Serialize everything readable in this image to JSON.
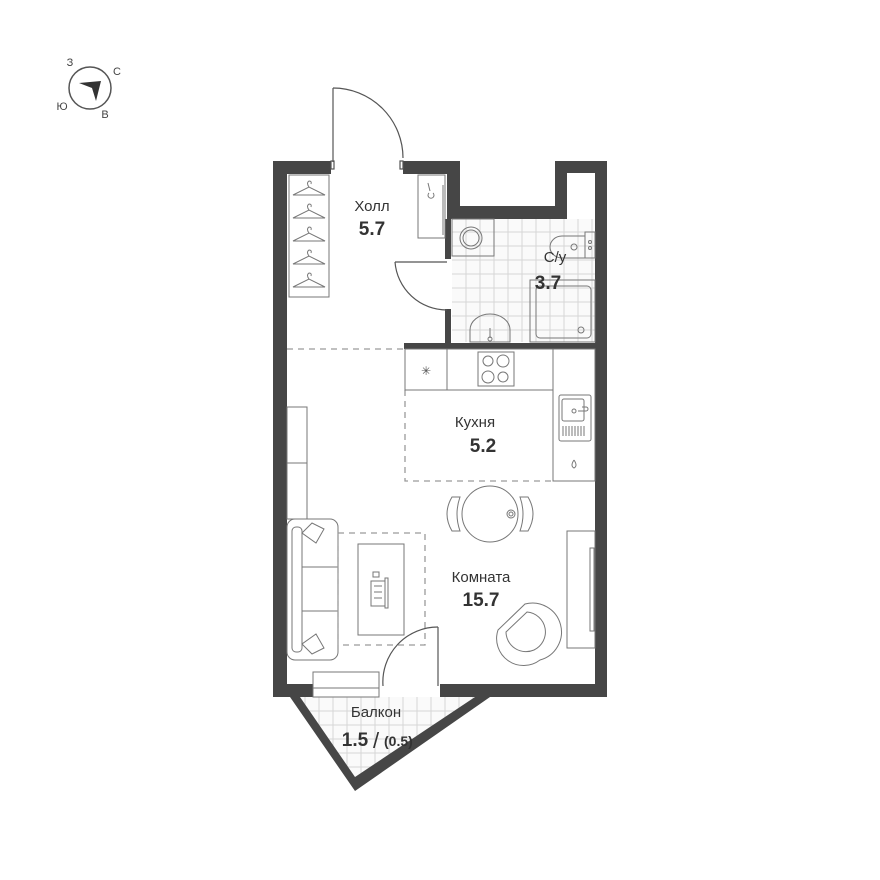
{
  "compass": {
    "north": "С",
    "east": "В",
    "south": "Ю",
    "west": "З"
  },
  "rooms": {
    "hall": {
      "name": "Холл",
      "area": "5.7"
    },
    "bathroom": {
      "name": "С/у",
      "area": "3.7"
    },
    "kitchen": {
      "name": "Кухня",
      "area": "5.2"
    },
    "room": {
      "name": "Комната",
      "area": "15.7"
    },
    "balcony": {
      "name": "Балкон",
      "area": "1.5",
      "area_reduced": "(0.5)",
      "separator": "/"
    }
  },
  "colors": {
    "wall": "#464646",
    "line": "#555555",
    "tile": "#d6d6d6",
    "dashed_zone": "#9a9a9a",
    "text": "#333333"
  }
}
